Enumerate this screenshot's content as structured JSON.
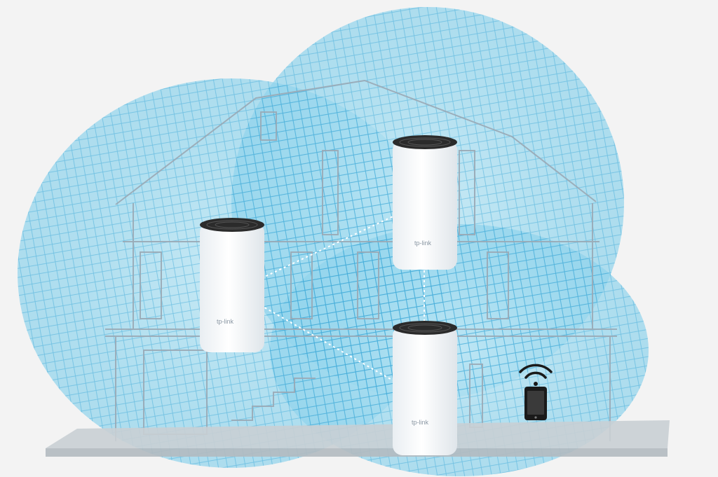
{
  "illustration": {
    "colors": {
      "background": "#f3f3f3",
      "coverage_fill": "#8fd3ec",
      "coverage_line": "#3aa8d6",
      "device_body": "#ffffff",
      "device_top": "#2b2b2b",
      "house_line": "#9aa9b5",
      "link_line": "#ffffff",
      "phone": "#1a1a1a"
    },
    "units": [
      {
        "id": "top-floor-unit",
        "brand_text": "tp-link"
      },
      {
        "id": "left-unit",
        "brand_text": "tp-link"
      },
      {
        "id": "ground-floor-unit",
        "brand_text": "tp-link"
      }
    ],
    "icons": [
      "wifi-icon",
      "smartphone-icon"
    ]
  }
}
